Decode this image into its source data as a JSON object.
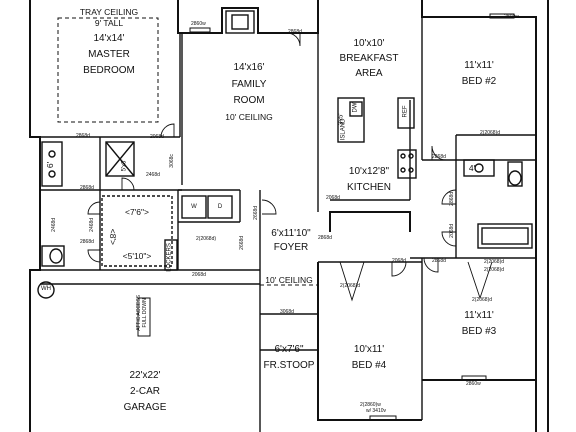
{
  "rooms": {
    "master": {
      "note": "TRAY CEILING",
      "height": "9' TALL",
      "size": "14'x14'",
      "name1": "MASTER",
      "name2": "BEDROOM"
    },
    "family": {
      "size": "14'x16'",
      "name1": "FAMILY",
      "name2": "ROOM",
      "ceiling": "10' CEILING"
    },
    "breakfast": {
      "size": "10'x10'",
      "name1": "BREAKFAST",
      "name2": "AREA"
    },
    "bed2": {
      "size": "11'x11'",
      "name": "BED #2"
    },
    "kitchen": {
      "size": "10'x12'8\"",
      "name": "KITCHEN",
      "island": "ISLAND",
      "island_size": "3'x5'",
      "dw": "DW",
      "ref": "REF"
    },
    "foyer": {
      "size": "6'x11'10\"",
      "name": "FOYER",
      "ceiling": "10' CEILING"
    },
    "bed3": {
      "size": "11'x11'",
      "name": "BED #3"
    },
    "bed4": {
      "size": "10'x11'",
      "name": "BED #4"
    },
    "stoop": {
      "size": "6'x7'6\"",
      "name": "FR.STOOP"
    },
    "garage": {
      "size": "22'x22'",
      "name1": "2-CAR",
      "name2": "GARAGE"
    },
    "master_bath": {
      "tub": "6'",
      "shower": "5'x3'"
    },
    "laundry": {
      "w": "W",
      "d": "D"
    },
    "closet": {
      "top": "<7'6\">",
      "bottom": "<5'10\">",
      "side": "<8'>"
    },
    "lockers": "LOCKERS",
    "bath2": {
      "size": "4'"
    },
    "wh": "WH",
    "attic": {
      "l1": "ATTIC ACCESS",
      "l2": "FULL DOWN"
    }
  },
  "openings": [
    "2860w",
    "2868d",
    "2068d",
    "3068c",
    "2868d",
    "2468d",
    "2868d",
    "2(2068d)",
    "2068d",
    "2668d",
    "2868d",
    "2(2068)d",
    "2068d",
    "2(2068)d",
    "2068d",
    "2868d",
    "2868d",
    "2(2068)d",
    "2(2068)d",
    "3068d",
    "2(2860)w",
    "w/ 3410v",
    "2860w",
    "2860w",
    "2868d",
    "2468d",
    "2468d",
    "2868d",
    "2068d",
    "2668d",
    "2(2068)d"
  ]
}
